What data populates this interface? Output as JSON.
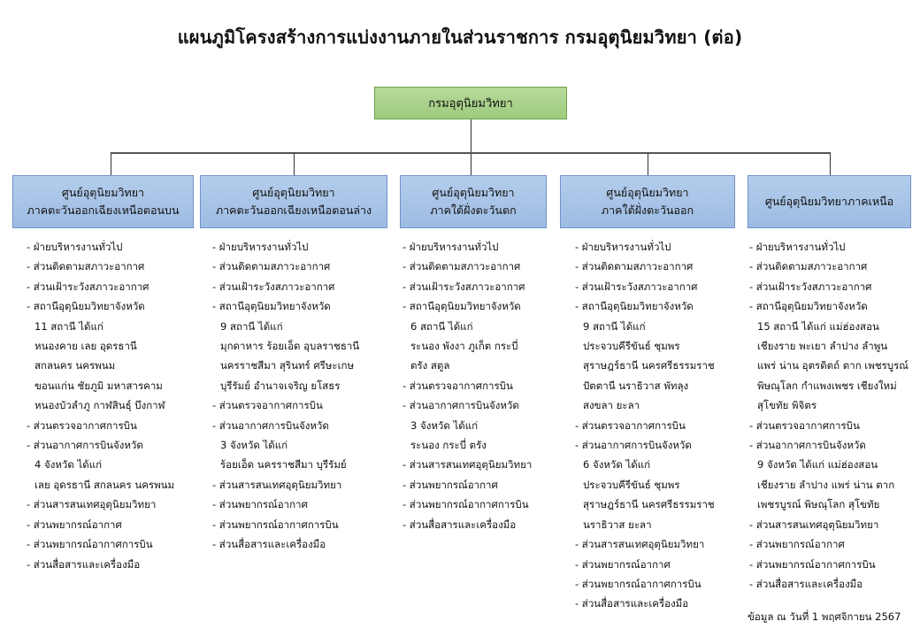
{
  "title": "แผนภูมิโครงสร้างการแบ่งงานภายในส่วนราชการ กรมอุตุนิยมวิทยา  (ต่อ)",
  "root": "กรมอุตุนิยมวิทยา",
  "centers": [
    {
      "name_lines": [
        "ศูนย์อุตุนิยมวิทยา",
        "ภาคตะวันออกเฉียงเหนือตอนบน"
      ],
      "items": [
        "- ฝ่ายบริหารงานทั่วไป",
        "- ส่วนติดตามสภาวะอากาศ",
        "- ส่วนเฝ้าระวังสภาวะอากาศ",
        "- สถานีอุตุนิยมวิทยาจังหวัด",
        "11 สถานี ได้แก่",
        "หนองคาย เลย อุดรธานี",
        "สกลนคร นครพนม",
        "ขอนแก่น ชัยภูมิ มหาสารคาม",
        "หนองบัวลำภู กาฬสินธุ์ บึงกาฬ",
        "- ส่วนตรวจอากาศการบิน",
        "- ส่วนอากาศการบินจังหวัด",
        "4 จังหวัด ได้แก่",
        "เลย อุดรธานี สกลนคร นครพนม",
        "- ส่วนสารสนเทศอุตุนิยมวิทยา",
        "- ส่วนพยากรณ์อากาศ",
        "- ส่วนพยากรณ์อากาศการบิน",
        "- ส่วนสื่อสารและเครื่องมือ"
      ]
    },
    {
      "name_lines": [
        "ศูนย์อุตุนิยมวิทยา",
        "ภาคตะวันออกเฉียงเหนือตอนล่าง"
      ],
      "items": [
        "- ฝ่ายบริหารงานทั่วไป",
        "- ส่วนติดตามสภาวะอากาศ",
        "- ส่วนเฝ้าระวังสภาวะอากาศ",
        "- สถานีอุตุนิยมวิทยาจังหวัด",
        "9 สถานี  ได้แก่",
        "มุกดาหาร ร้อยเอ็ด อุบลราชธานี",
        "นครราชสีมา สุรินทร์ ศรีษะเกษ",
        "บุรีรัมย์ อำนาจเจริญ ยโสธร",
        "- ส่วนตรวจอากาศการบิน",
        "- ส่วนอากาศการบินจังหวัด",
        "3 จังหวัด ได้แก่",
        "ร้อยเอ็ด นครราชสีมา บุรีรัมย์",
        "- ส่วนสารสนเทศอุตุนิยมวิทยา",
        "- ส่วนพยากรณ์อากาศ",
        "- ส่วนพยากรณ์อากาศการบิน",
        "- ส่วนสื่อสารและเครื่องมือ"
      ]
    },
    {
      "name_lines": [
        "ศูนย์อุตุนิยมวิทยา",
        "ภาคใต้ฝั่งตะวันตก"
      ],
      "items": [
        "- ฝ่ายบริหารงานทั่วไป",
        "- ส่วนติดตามสภาวะอากาศ",
        "- ส่วนเฝ้าระวังสภาวะอากาศ",
        "- สถานีอุตุนิยมวิทยาจังหวัด",
        "6 สถานี  ได้แก่",
        "ระนอง พังงา ภูเก็ต กระบี่",
        "ตรัง สตูล",
        "- ส่วนตรวจอากาศการบิน",
        "- ส่วนอากาศการบินจังหวัด",
        "3 จังหวัด ได้แก่",
        "ระนอง กระบี่ ตรัง",
        "- ส่วนสารสนเทศอุตุนิยมวิทยา",
        "- ส่วนพยากรณ์อากาศ",
        "- ส่วนพยากรณ์อากาศการบิน",
        "- ส่วนสื่อสารและเครื่องมือ"
      ]
    },
    {
      "name_lines": [
        "ศูนย์อุตุนิยมวิทยา",
        "ภาคใต้ฝั่งตะวันออก"
      ],
      "items": [
        "- ฝ่ายบริหารงานทั่วไป",
        "- ส่วนติดตามสภาวะอากาศ",
        "- ส่วนเฝ้าระวังสภาวะอากาศ",
        "- สถานีอุตุนิยมวิทยาจังหวัด",
        "9 สถานี  ได้แก่",
        "ประจวบคีรีขันธ์ ชุมพร",
        "สุราษฎร์ธานี นครศรีธรรมราช",
        "ปัตตานี นราธิวาส พัทลุง",
        "สงขลา ยะลา",
        "- ส่วนตรวจอากาศการบิน",
        "- ส่วนอากาศการบินจังหวัด",
        "6 จังหวัด ได้แก่",
        "ประจวบคีรีขันธ์ ชุมพร",
        "สุราษฎร์ธานี นครศรีธรรมราช",
        "นราธิวาส ยะลา",
        "- ส่วนสารสนเทศอุตุนิยมวิทยา",
        "- ส่วนพยากรณ์อากาศ",
        "- ส่วนพยากรณ์อากาศการบิน",
        "- ส่วนสื่อสารและเครื่องมือ"
      ]
    },
    {
      "name_lines": [
        "ศูนย์อุตุนิยมวิทยาภาคเหนือ"
      ],
      "items": [
        "- ฝ่ายบริหารงานทั่วไป",
        "- ส่วนติดตามสภาวะอากาศ",
        "- ส่วนเฝ้าระวังสภาวะอากาศ",
        "- สถานีอุตุนิยมวิทยาจังหวัด",
        "15 สถานี  ได้แก่  แม่ฮ่องสอน",
        "เชียงราย พะเยา ลำปาง ลำพูน",
        "แพร่ น่าน อุตรดิตถ์ ตาก เพชรบูรณ์",
        "พิษณุโลก กำแพงเพชร เชียงใหม่",
        "สุโขทัย พิจิตร",
        "- ส่วนตรวจอากาศการบิน",
        "- ส่วนอากาศการบินจังหวัด",
        "9 จังหวัด ได้แก่ แม่ฮ่องสอน",
        "เชียงราย ลำปาง แพร่ น่าน ตาก",
        "เพชรบูรณ์ พิษณุโลก สุโขทัย",
        "- ส่วนสารสนเทศอุตุนิยมวิทยา",
        "- ส่วนพยากรณ์อากาศ",
        "- ส่วนพยากรณ์อากาศการบิน",
        "- ส่วนสื่อสารและเครื่องมือ"
      ]
    }
  ],
  "footer": "ข้อมูล ณ วันที่ 1 พฤศจิกายน 2567"
}
